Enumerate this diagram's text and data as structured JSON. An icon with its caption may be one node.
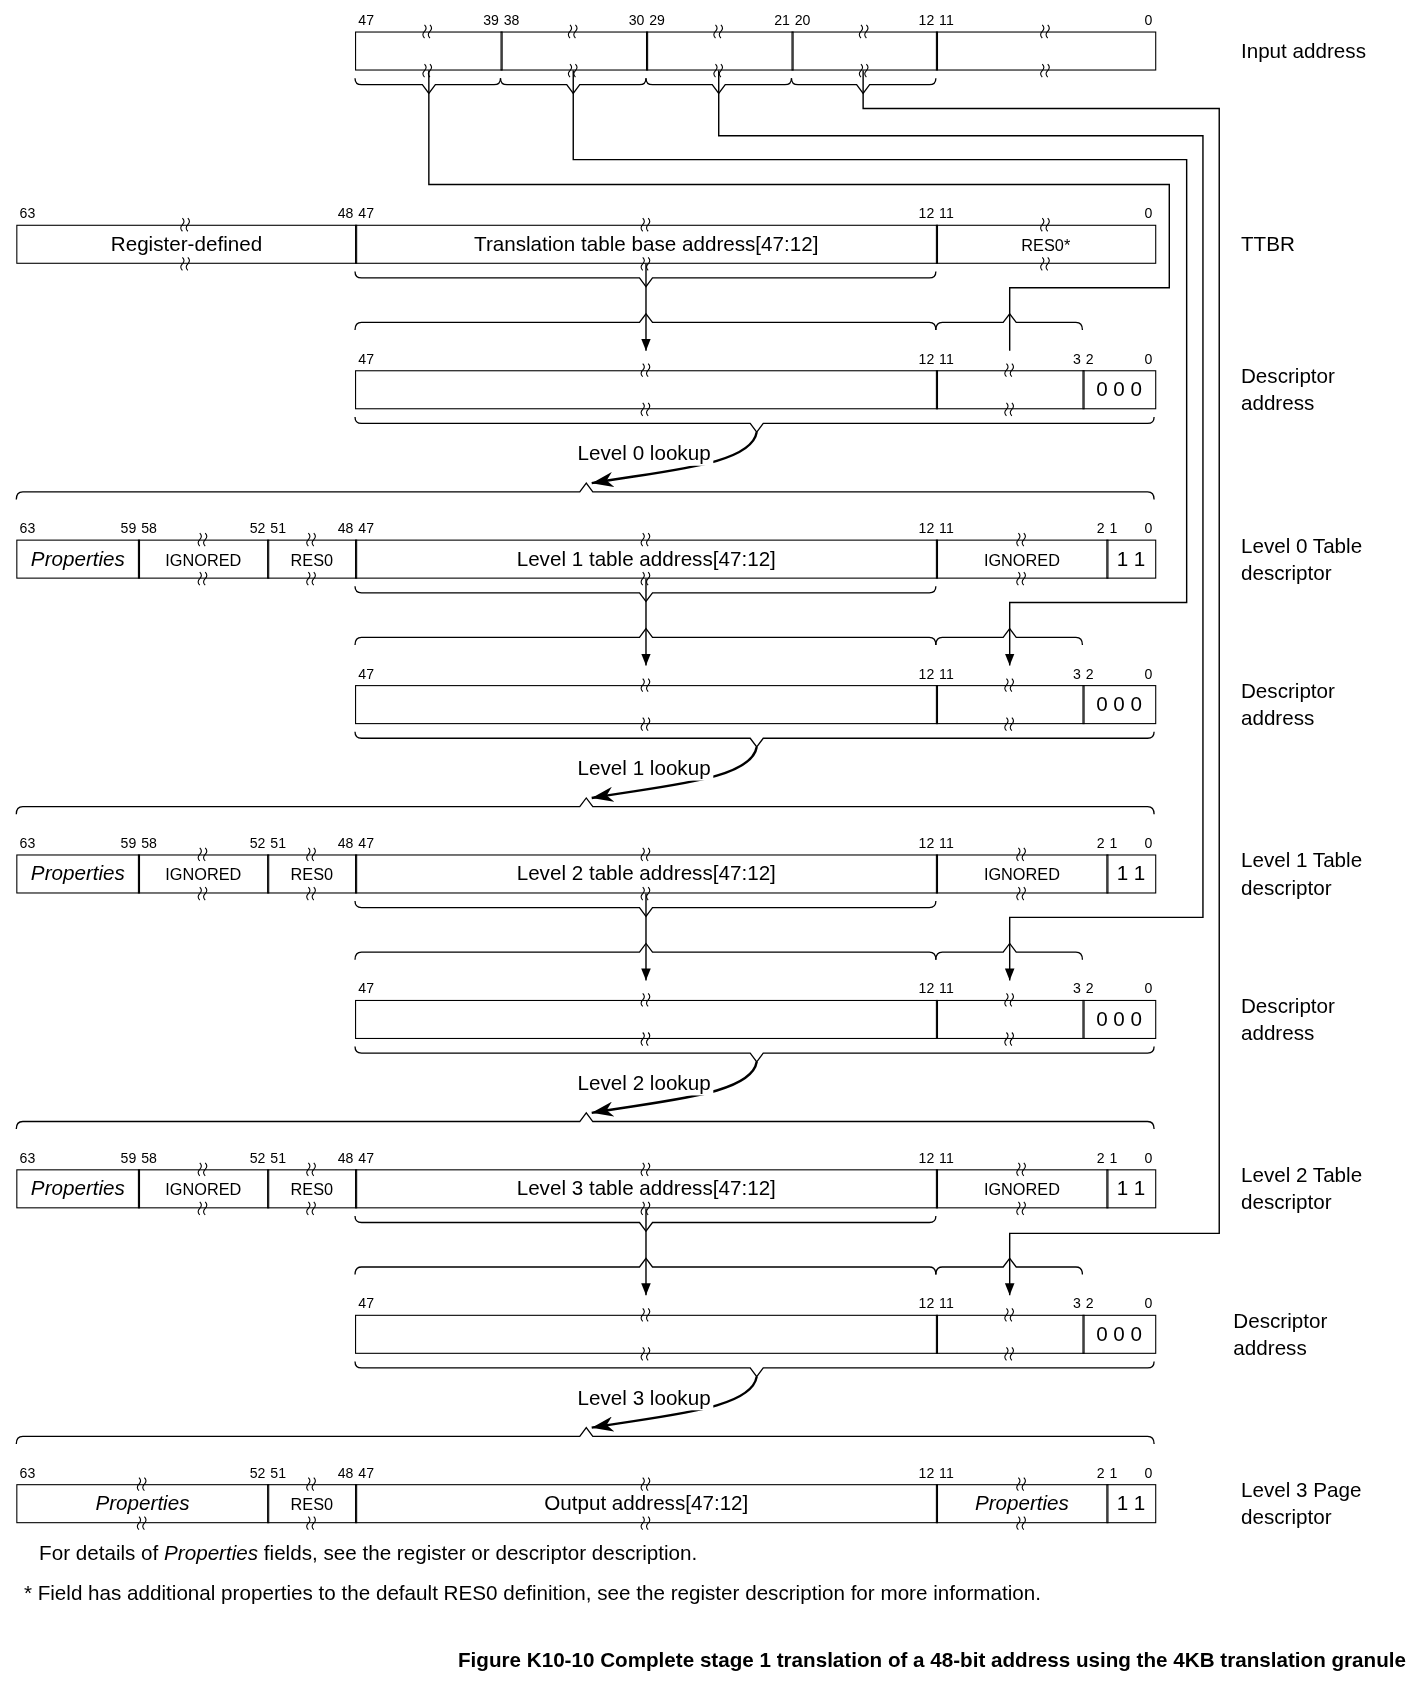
{
  "diagram": {
    "caption": "Figure K10-10 Complete stage 1 translation of a 48-bit address using the 4KB translation granule",
    "nodes": [
      {
        "text": [
          "Input address"
        ]
      },
      {
        "text": [],
        "shape": "box",
        "in": 0,
        "beside": [
          "47",
          "39"
        ]
      },
      {
        "text": [],
        "shape": "box",
        "in": 0,
        "beside": [
          "38",
          "30"
        ]
      },
      {
        "text": [],
        "shape": "box",
        "in": 0,
        "beside": [
          "29",
          "21"
        ]
      },
      {
        "text": [],
        "shape": "box",
        "in": 0,
        "beside": [
          "20",
          "12"
        ]
      },
      {
        "text": [],
        "shape": "box",
        "in": 0,
        "beside": [
          "11",
          "0"
        ]
      },
      {
        "text": [
          "TTBR"
        ]
      },
      {
        "text": [
          "Register-defined"
        ],
        "in": 6,
        "beside": [
          "63",
          "48"
        ]
      },
      {
        "text": [
          "Translation table base address[47:12]"
        ],
        "in": 6,
        "beside": [
          "47",
          "12"
        ]
      },
      {
        "text": [
          "RES0*"
        ],
        "in": 6,
        "beside": [
          "11",
          "0"
        ]
      },
      {
        "text": [
          "Descriptor address"
        ]
      },
      {
        "text": [],
        "shape": "box",
        "in": 10,
        "beside": [
          "47",
          "12"
        ]
      },
      {
        "text": [],
        "shape": "box",
        "in": 10,
        "beside": [
          "11",
          "3"
        ]
      },
      {
        "text": [
          "0 0 0"
        ],
        "in": 10,
        "beside": [
          "2",
          "0"
        ]
      },
      {
        "text": [
          "Level 0 Table descriptor"
        ]
      },
      {
        "text": [
          "Properties"
        ],
        "in": 14,
        "beside": [
          "63",
          "59"
        ]
      },
      {
        "text": [
          "IGNORED"
        ],
        "in": 14,
        "beside": [
          "58",
          "52"
        ]
      },
      {
        "text": [
          "RES0"
        ],
        "in": 14,
        "beside": [
          "51",
          "48"
        ]
      },
      {
        "text": [
          "Level 1 table address[47:12]"
        ],
        "in": 14,
        "beside": [
          "47",
          "12"
        ]
      },
      {
        "text": [
          "IGNORED"
        ],
        "in": 14,
        "beside": [
          "11",
          "2"
        ]
      },
      {
        "text": [
          "1 1"
        ],
        "in": 14,
        "beside": [
          "1",
          "0"
        ]
      },
      {
        "text": [
          "Descriptor address"
        ]
      },
      {
        "text": [],
        "shape": "box",
        "in": 21,
        "beside": [
          "47",
          "12"
        ]
      },
      {
        "text": [],
        "shape": "box",
        "in": 21,
        "beside": [
          "11",
          "3"
        ]
      },
      {
        "text": [
          "0 0 0"
        ],
        "in": 21,
        "beside": [
          "2",
          "0"
        ]
      },
      {
        "text": [
          "Level 1 Table descriptor"
        ]
      },
      {
        "text": [
          "Properties"
        ],
        "in": 25,
        "beside": [
          "63",
          "59"
        ]
      },
      {
        "text": [
          "IGNORED"
        ],
        "in": 25,
        "beside": [
          "58",
          "52"
        ]
      },
      {
        "text": [
          "RES0"
        ],
        "in": 25,
        "beside": [
          "51",
          "48"
        ]
      },
      {
        "text": [
          "Level 2 table address[47:12]"
        ],
        "in": 25,
        "beside": [
          "47",
          "12"
        ]
      },
      {
        "text": [
          "IGNORED"
        ],
        "in": 25,
        "beside": [
          "11",
          "2"
        ]
      },
      {
        "text": [
          "1 1"
        ],
        "in": 25,
        "beside": [
          "1",
          "0"
        ]
      },
      {
        "text": [
          "Descriptor address"
        ]
      },
      {
        "text": [],
        "shape": "box",
        "in": 32,
        "beside": [
          "47",
          "12"
        ]
      },
      {
        "text": [],
        "shape": "box",
        "in": 32,
        "beside": [
          "11",
          "3"
        ]
      },
      {
        "text": [
          "0 0 0"
        ],
        "in": 32,
        "beside": [
          "2",
          "0"
        ]
      },
      {
        "text": [
          "Level 2 Table descriptor"
        ]
      },
      {
        "text": [
          "Properties"
        ],
        "in": 36,
        "beside": [
          "63",
          "59"
        ]
      },
      {
        "text": [
          "IGNORED"
        ],
        "in": 36,
        "beside": [
          "58",
          "52"
        ]
      },
      {
        "text": [
          "RES0"
        ],
        "in": 36,
        "beside": [
          "51",
          "48"
        ]
      },
      {
        "text": [
          "Level 3 table address[47:12]"
        ],
        "in": 36,
        "beside": [
          "47",
          "12"
        ]
      },
      {
        "text": [
          "IGNORED"
        ],
        "in": 36,
        "beside": [
          "11",
          "2"
        ]
      },
      {
        "text": [
          "1 1"
        ],
        "in": 36,
        "beside": [
          "1",
          "0"
        ]
      },
      {
        "text": [
          "Descriptor address"
        ]
      },
      {
        "text": [],
        "shape": "box",
        "in": 43,
        "beside": [
          "47",
          "12"
        ]
      },
      {
        "text": [],
        "shape": "box",
        "in": 43,
        "beside": [
          "11",
          "3"
        ]
      },
      {
        "text": [
          "0 0 0"
        ],
        "in": 43,
        "beside": [
          "2",
          "0"
        ]
      },
      {
        "text": [
          "Level 3 Page descriptor"
        ]
      },
      {
        "text": [
          "Properties"
        ],
        "in": 47,
        "beside": [
          "63",
          "52"
        ]
      },
      {
        "text": [
          "RES0"
        ],
        "in": 47,
        "beside": [
          "51",
          "48"
        ]
      },
      {
        "text": [
          "Output address[47:12]"
        ],
        "in": 47,
        "beside": [
          "47",
          "12"
        ]
      },
      {
        "text": [
          "Properties"
        ],
        "in": 47,
        "beside": [
          "11",
          "2"
        ]
      },
      {
        "text": [
          "1 1"
        ],
        "in": 47,
        "beside": [
          "1",
          "0"
        ]
      }
    ],
    "edges": [
      {
        "from": 1,
        "to": 12,
        "arrow": "none"
      },
      {
        "from": 8,
        "to": 11,
        "arrow": "to"
      },
      {
        "from": 10,
        "to": 14,
        "arrow": "to",
        "label": "Level 0 lookup"
      },
      {
        "from": 2,
        "to": 23,
        "arrow": "to"
      },
      {
        "from": 18,
        "to": 22,
        "arrow": "to"
      },
      {
        "from": 21,
        "to": 25,
        "arrow": "to",
        "label": "Level 1 lookup"
      },
      {
        "from": 3,
        "to": 34,
        "arrow": "to"
      },
      {
        "from": 29,
        "to": 33,
        "arrow": "to"
      },
      {
        "from": 32,
        "to": 36,
        "arrow": "to",
        "label": "Level 2 lookup"
      },
      {
        "from": 4,
        "to": 45,
        "arrow": "to"
      },
      {
        "from": 40,
        "to": 44,
        "arrow": "to"
      },
      {
        "from": 43,
        "to": 47,
        "arrow": "to",
        "label": "Level 3 lookup"
      }
    ],
    "labels": [
      "For details of *Properties* fields, see the register or descriptor description.",
      "* Field has additional properties to the default RES0 definition, see the register description for more information."
    ]
  }
}
